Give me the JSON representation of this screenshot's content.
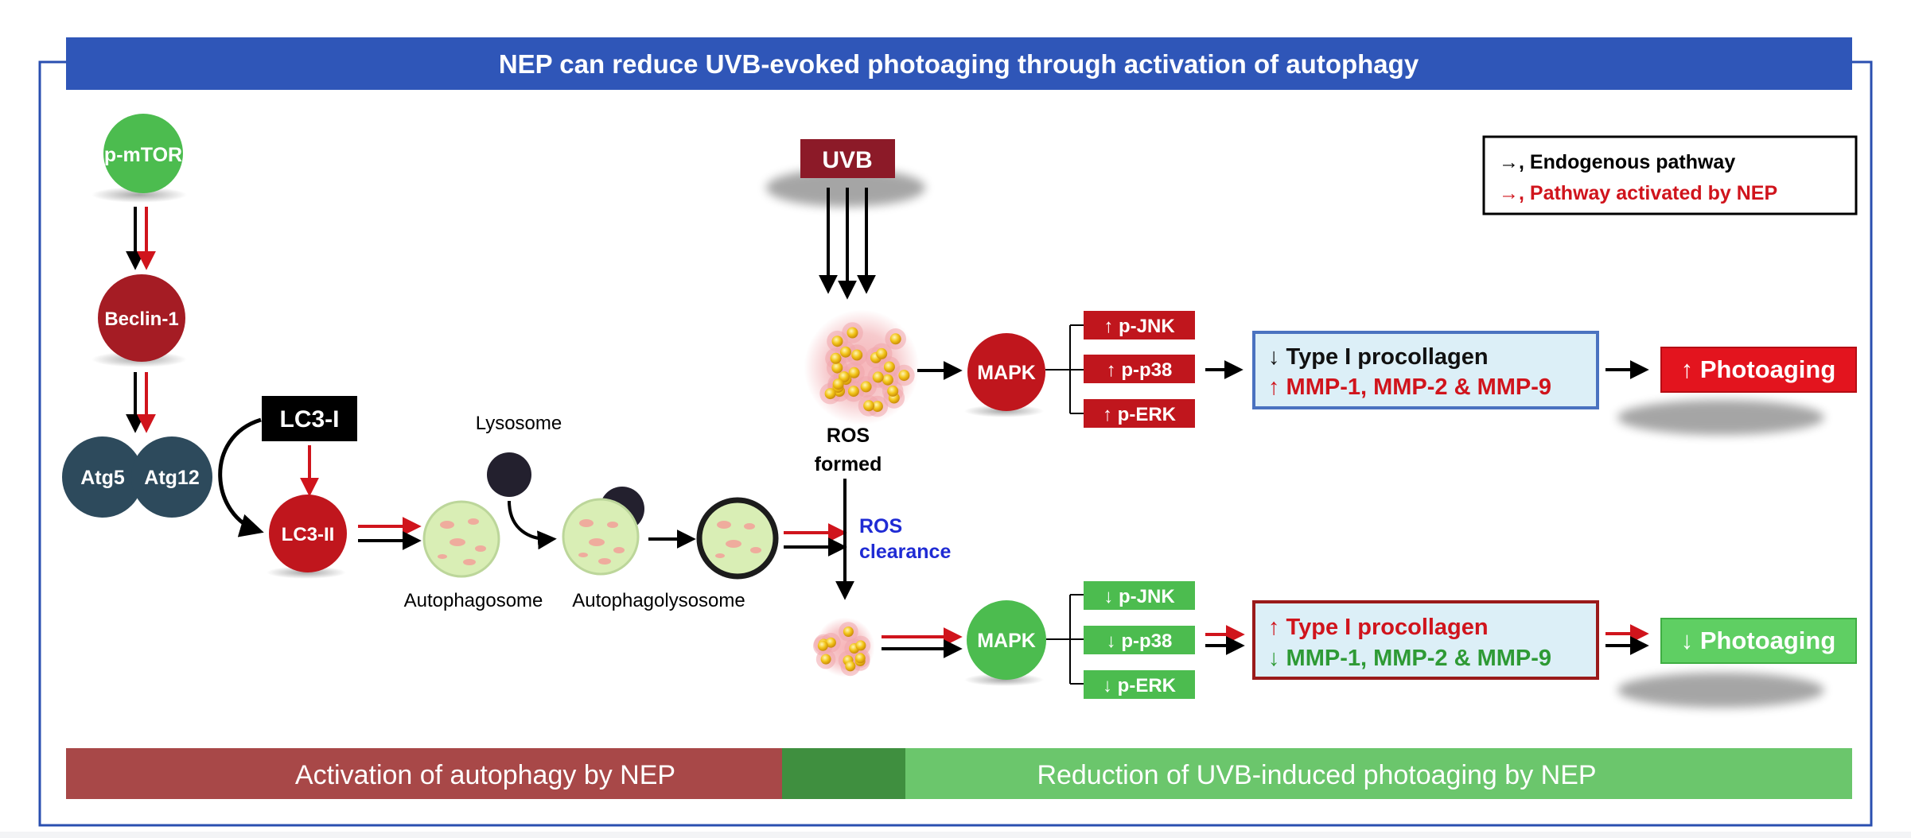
{
  "title": "NEP can reduce UVB-evoked photoaging through activation of autophagy",
  "legend": {
    "endogenous": "→, Endogenous pathway",
    "nep": "→, Pathway activated by NEP"
  },
  "nodes": {
    "pmtor": "p-mTOR",
    "beclin": "Beclin-1",
    "atg5": "Atg5",
    "atg12": "Atg12",
    "lc3_1": "LC3-I",
    "lc3_2": "LC3-II",
    "lysosome": "Lysosome",
    "autophagosome": "Autophagosome",
    "autophagolysosome": "Autophagolysosome",
    "uvb": "UVB",
    "ros_formed_1": "ROS",
    "ros_formed_2": "formed",
    "ros_clearance_1": "ROS",
    "ros_clearance_2": "clearance",
    "mapk_top": "MAPK",
    "mapk_bottom": "MAPK"
  },
  "kinases_up": [
    "↑ p-JNK",
    "↑ p-p38",
    "↑ p-ERK"
  ],
  "kinases_down": [
    "↓ p-JNK",
    "↓ p-p38",
    "↓ p-ERK"
  ],
  "outcome_top": {
    "line1": "↓ Type I procollagen",
    "line2": "↑ MMP-1, MMP-2 & MMP-9",
    "result": "↑ Photoaging"
  },
  "outcome_bottom": {
    "line1": "↑ Type I procollagen",
    "line2": "↓ MMP-1, MMP-2 & MMP-9",
    "result": "↓ Photoaging"
  },
  "footer": {
    "left": "Activation of autophagy by NEP",
    "right": "Reduction of UVB-induced photoaging by NEP"
  },
  "colors": {
    "title_bar": "#2f56b8",
    "frame": "#2a4fb0",
    "dark_red": "#a51c24",
    "red_box": "#c0161d",
    "green": "#4cbc4f",
    "dark_slate": "#2d4a5c",
    "black_box": "#000000",
    "uvb_box": "#8c1a28",
    "text_red": "#d0141c",
    "text_green": "#2e9a35",
    "text_blue": "#1f2bd4",
    "footer_red": "#a84848",
    "footer_mid": "#3f8f3f",
    "footer_green": "#6bc66c",
    "outcome_fill": "#dceff7",
    "outcome_top_border": "#4a72c0",
    "outcome_bottom_border": "#9a1a1a",
    "vesicle_fill": "#d9eeb5",
    "lysosome_fill": "#23202e",
    "ros_fill": "#f2c417"
  }
}
